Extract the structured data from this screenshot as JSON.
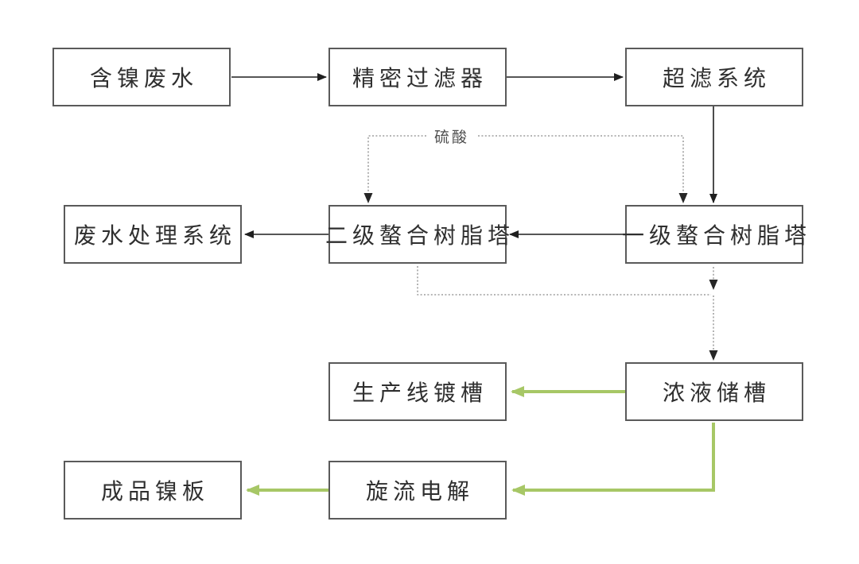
{
  "diagram": {
    "type": "process-flow",
    "language": "zh-CN",
    "nodes": [
      {
        "id": "nickel-wastewater",
        "label": "含镍废水"
      },
      {
        "id": "precision-filter",
        "label": "精密过滤器"
      },
      {
        "id": "ultrafiltration-system",
        "label": "超滤系统"
      },
      {
        "id": "wastewater-treatment",
        "label": "废水处理系统"
      },
      {
        "id": "stage2-chelating-tower",
        "label": "二级螯合树脂塔"
      },
      {
        "id": "stage1-chelating-tower",
        "label": "一级螯合树脂塔"
      },
      {
        "id": "production-plating-tank",
        "label": "生产线镀槽"
      },
      {
        "id": "concentrate-storage-tank",
        "label": "浓液储槽"
      },
      {
        "id": "finished-nickel-plate",
        "label": "成品镍板"
      },
      {
        "id": "cyclone-electrolysis",
        "label": "旋流电解"
      }
    ],
    "annotations": [
      {
        "id": "sulfuric-acid",
        "label": "硫酸"
      }
    ],
    "edges": [
      {
        "from": "含镍废水",
        "to": "精密过滤器",
        "style": "solid-black"
      },
      {
        "from": "精密过滤器",
        "to": "超滤系统",
        "style": "solid-black"
      },
      {
        "from": "超滤系统",
        "to": "一级螯合树脂塔",
        "style": "solid-black"
      },
      {
        "from": "硫酸",
        "to": "二级螯合树脂塔",
        "style": "dotted-gray"
      },
      {
        "from": "硫酸",
        "to": "一级螯合树脂塔",
        "style": "dotted-gray"
      },
      {
        "from": "一级螯合树脂塔",
        "to": "二级螯合树脂塔",
        "style": "solid-black"
      },
      {
        "from": "二级螯合树脂塔",
        "to": "废水处理系统",
        "style": "solid-black"
      },
      {
        "from": "一级螯合树脂塔",
        "to": "浓液储槽",
        "style": "dotted-gray"
      },
      {
        "from": "二级螯合树脂塔",
        "to": "浓液储槽",
        "style": "dotted-gray"
      },
      {
        "from": "浓液储槽",
        "to": "生产线镀槽",
        "style": "solid-green"
      },
      {
        "from": "浓液储槽",
        "to": "旋流电解",
        "style": "solid-green"
      },
      {
        "from": "旋流电解",
        "to": "成品镍板",
        "style": "solid-green"
      }
    ],
    "colors": {
      "black_arrow": "#1f1f1f",
      "dotted_arrow": "#8a8a8a",
      "green_arrow": "#a7c766",
      "box_border": "#5a5a5a",
      "text": "#2f2f2f",
      "background": "#ffffff"
    }
  }
}
